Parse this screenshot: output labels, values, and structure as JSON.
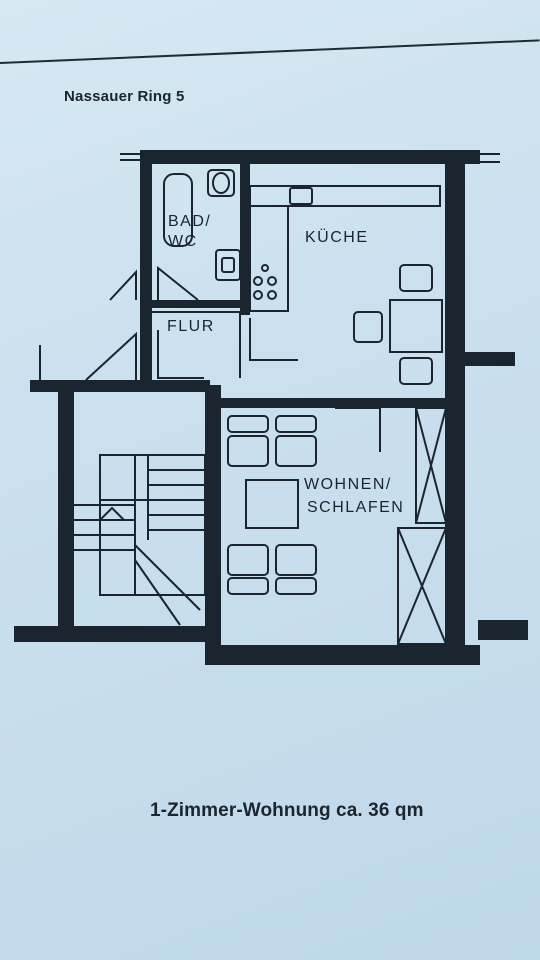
{
  "header": {
    "address": "Nassauer Ring 5"
  },
  "rooms": {
    "bath_line1": "BAD/",
    "bath_line2": "WC",
    "hall": "FLUR",
    "kitchen": "KÜCHE",
    "living_line1": "WOHNEN/",
    "living_line2": "SCHLAFEN"
  },
  "footer": {
    "caption": "1-Zimmer-Wohnung ca. 36 qm"
  },
  "colors": {
    "paper": "#cfe2ee",
    "ink": "#1b2530"
  }
}
